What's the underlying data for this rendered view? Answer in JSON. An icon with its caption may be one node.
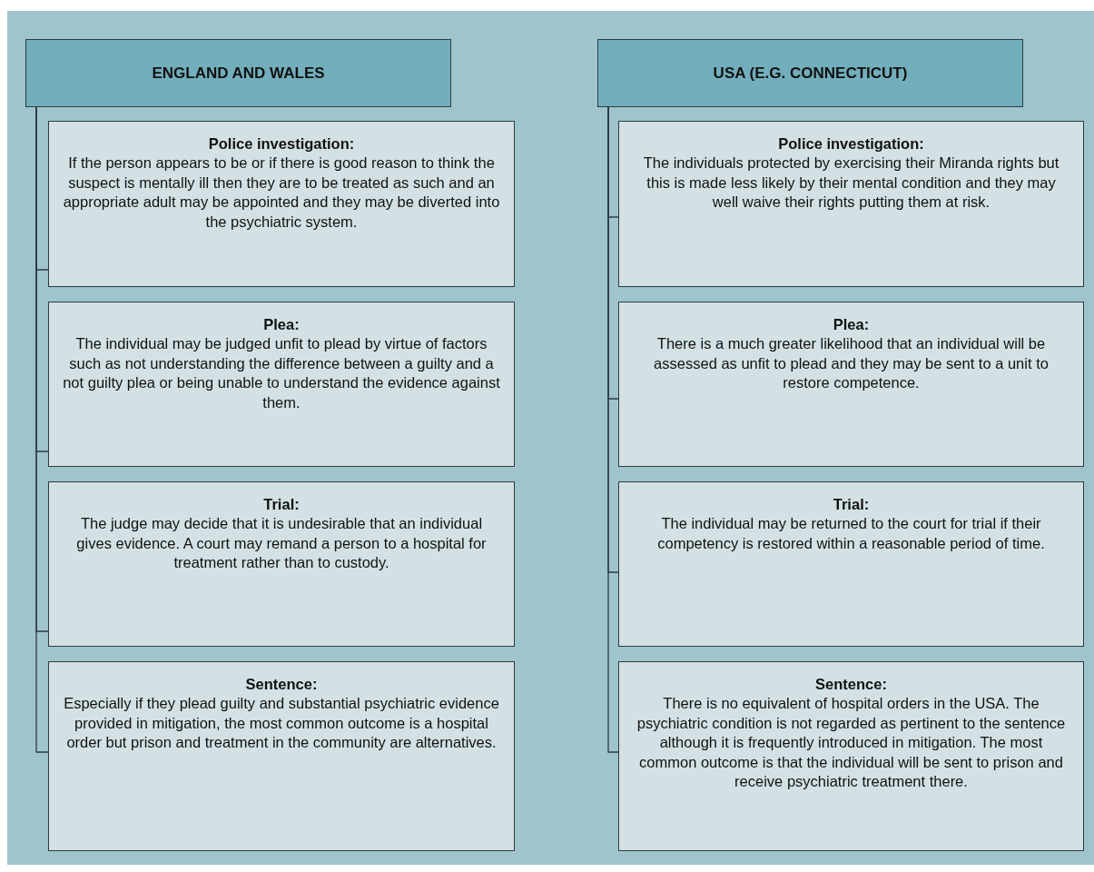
{
  "diagram": {
    "nodes": [
      {
        "text": [
          "ENGLAND AND WALES"
        ]
      },
      {
        "text": [
          "Police investigation:",
          "If the person appears to be or if there is good reason to think the suspect is mentally ill then they are to be treated as such and an appropriate adult may be appointed and they may be diverted into the psychiatric system."
        ]
      },
      {
        "text": [
          "Plea:",
          "The individual may be judged unfit to plead by virtue of factors such as not understanding the difference between a guilty and a not guilty plea or being unable to understand the evidence against them."
        ]
      },
      {
        "text": [
          "Trial:",
          "The judge may decide that it is undesirable that an individual gives evidence. A court may remand a person to a hospital for treatment rather than to custody."
        ]
      },
      {
        "text": [
          "Sentence:",
          "Especially if they plead guilty and substantial psychiatric evidence provided in mitigation, the most common outcome is a hospital order but prison and treatment in the community are alternatives."
        ]
      },
      {
        "text": [
          "USA (E.G. CONNECTICUT)"
        ]
      },
      {
        "text": [
          "Police investigation:",
          "The individuals protected by exercising their Miranda rights but this is made less likely by their mental condition and they may well waive their rights putting them at risk."
        ]
      },
      {
        "text": [
          "Plea:",
          "There is a much greater likelihood that an individual will be assessed as unfit to plead and they may be sent to a unit to restore competence."
        ]
      },
      {
        "text": [
          "Trial:",
          "The individual may be returned to the court for trial if their competency is restored within a reasonable period of time."
        ]
      },
      {
        "text": [
          "Sentence:",
          "There is no equivalent of hospital orders in the USA. The psychiatric condition is not regarded as pertinent to the sentence although it is frequently introduced in mitigation. The most common outcome is that the individual will be sent to prison and receive psychiatric treatment there."
        ]
      }
    ],
    "edges": [
      {
        "from": 0,
        "to": 1,
        "arrow": "none"
      },
      {
        "from": 0,
        "to": 2,
        "arrow": "none"
      },
      {
        "from": 0,
        "to": 3,
        "arrow": "none"
      },
      {
        "from": 0,
        "to": 4,
        "arrow": "none"
      },
      {
        "from": 5,
        "to": 6,
        "arrow": "none"
      },
      {
        "from": 5,
        "to": 7,
        "arrow": "none"
      },
      {
        "from": 5,
        "to": 8,
        "arrow": "none"
      },
      {
        "from": 5,
        "to": 9,
        "arrow": "none"
      }
    ]
  }
}
